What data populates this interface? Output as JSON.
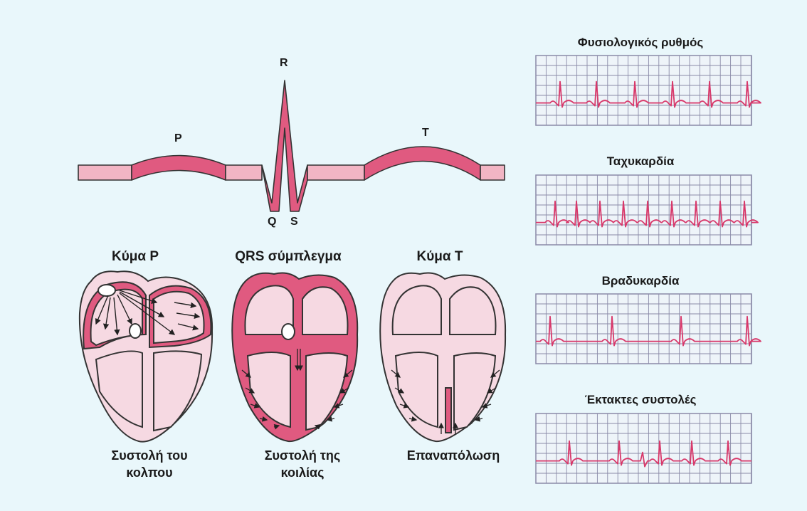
{
  "wave_labels": {
    "p": "P",
    "r": "R",
    "q": "Q",
    "s": "S",
    "t": "T"
  },
  "hearts": [
    {
      "title": "Κύμα P",
      "caption_line1": "Συστολή του",
      "caption_line2": "κολπου"
    },
    {
      "title": "QRS σύμπλεγμα",
      "caption_line1": "Συστολή της",
      "caption_line2": "κοιλίας"
    },
    {
      "title": "Κύμα T",
      "caption_line1": "Επαναπόλωση",
      "caption_line2": ""
    }
  ],
  "ecg_strips": [
    {
      "title": "Φυσιολογικός ρυθμός"
    },
    {
      "title": "Ταχυκαρδία"
    },
    {
      "title": "Βραδυκαρδία"
    },
    {
      "title": "Έκτακτες συστολές"
    }
  ],
  "colors": {
    "background": "#e9f7fb",
    "ribbon_fill": "#e05a80",
    "ribbon_flat": "#f2b5c4",
    "heart_fill": "#f6d9e2",
    "heart_active": "#e05a80",
    "grid": "#8a8aa8",
    "trace": "#d8386a"
  }
}
